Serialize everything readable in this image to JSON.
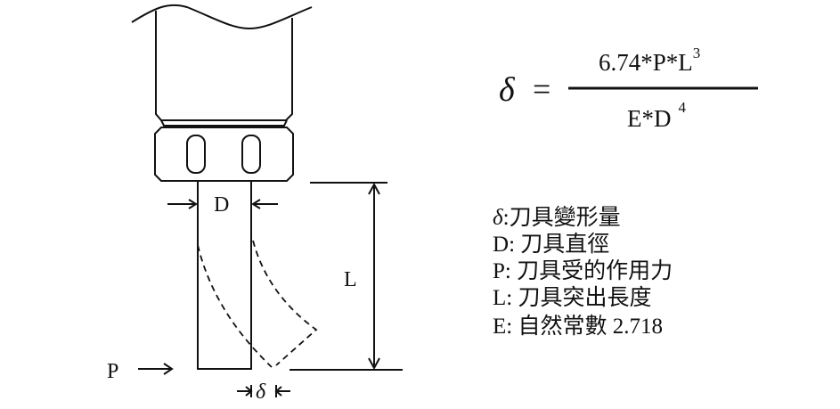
{
  "diagram": {
    "labels": {
      "D": "D",
      "L": "L",
      "P": "P",
      "delta": "δ"
    }
  },
  "formula": {
    "lhs": "δ",
    "equals": "=",
    "numerator": "6.74*P*L",
    "numerator_exp": "3",
    "denominator": "E*D",
    "denominator_exp": "4"
  },
  "legend": [
    {
      "sym": "δ",
      "text": ":刀具變形量"
    },
    {
      "sym": "D",
      "text": ": 刀具直徑"
    },
    {
      "sym": "P",
      "text": ": 刀具受的作用力"
    },
    {
      "sym": "L",
      "text": ": 刀具突出長度"
    },
    {
      "sym": "E",
      "text": ": 自然常數 2.718"
    }
  ]
}
